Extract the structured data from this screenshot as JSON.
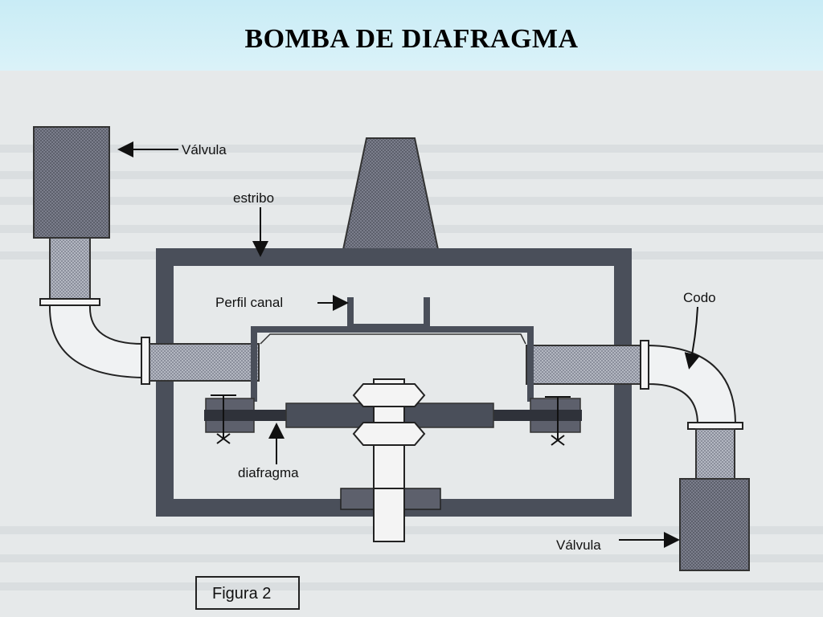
{
  "title": "BOMBA DE DIAFRAGMA",
  "labels": {
    "valve_top": "Válvula",
    "stirrup": "estribo",
    "channel_profile": "Perfil canal",
    "elbow": "Codo",
    "diaphragm": "diafragma",
    "valve_bottom": "Válvula"
  },
  "caption": "Figura 2",
  "colors": {
    "frame": "#4a4f5a",
    "valve": "#6d7080",
    "pipe_mesh": "#a9adb8",
    "line": "#222222"
  }
}
